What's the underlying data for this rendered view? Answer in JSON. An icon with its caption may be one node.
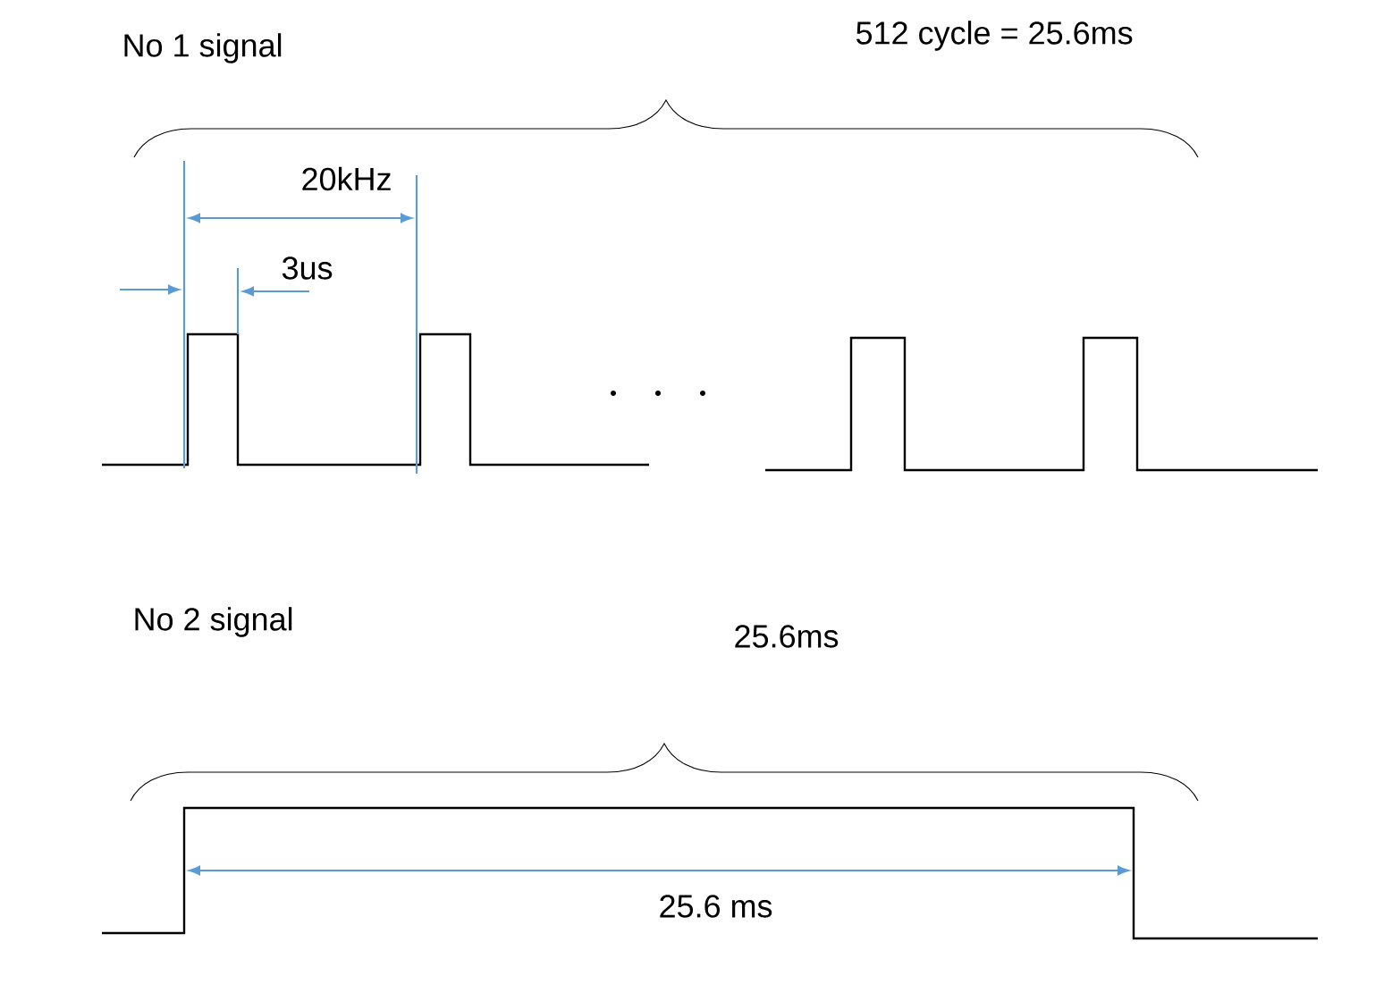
{
  "diagram": {
    "labels": [
      "No 1 signal",
      "512 cycle = 25.6ms",
      "20kHz",
      "3us",
      "No 2 signal",
      "25.6ms",
      "25.6 ms"
    ]
  }
}
